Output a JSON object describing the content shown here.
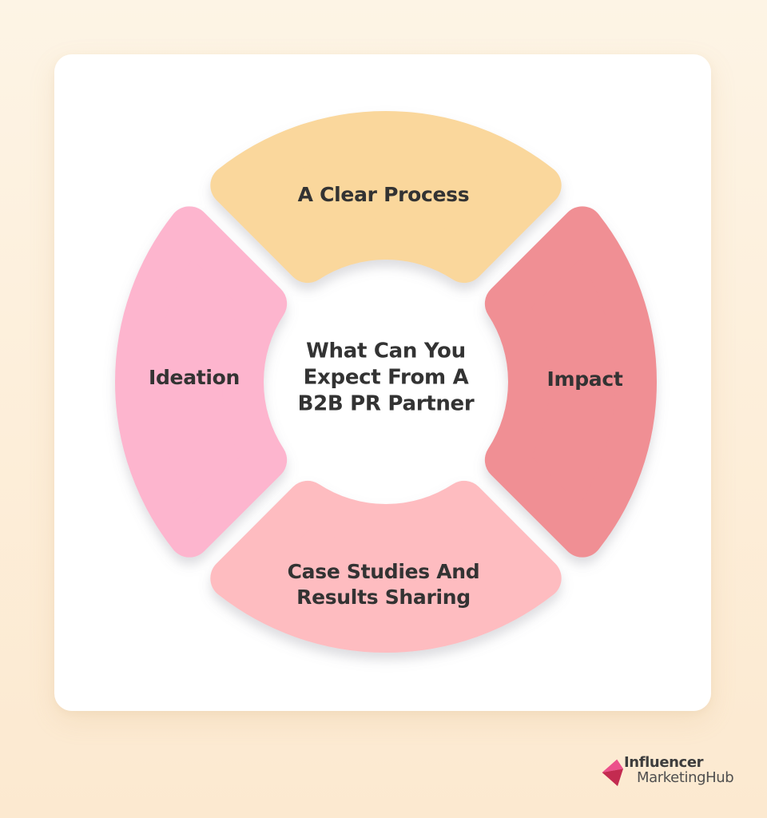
{
  "page": {
    "background_top": "#fdf4e5",
    "background_bottom": "#fce9d0",
    "card_color": "#ffffff"
  },
  "diagram": {
    "center_title": {
      "lines": [
        "What Can You",
        "Expect From A",
        "B2B PR Partner"
      ],
      "full_text": "What Can You Expect From A B2B PR Partner",
      "color": "#333333"
    },
    "label_color": "#333333",
    "segments": [
      {
        "name": "clear-process",
        "label_lines": [
          "A Clear Process"
        ],
        "color": "#FAD79C",
        "position": "top",
        "start_angle": 225,
        "end_angle": 315
      },
      {
        "name": "impact",
        "label_lines": [
          "Impact"
        ],
        "color": "#F08F94",
        "position": "right",
        "start_angle": -45,
        "end_angle": 45
      },
      {
        "name": "case-studies",
        "label_lines": [
          "Case Studies And",
          "Results Sharing"
        ],
        "color": "#FEBCC0",
        "position": "bottom",
        "start_angle": 45,
        "end_angle": 135
      },
      {
        "name": "ideation",
        "label_lines": [
          "Ideation"
        ],
        "color": "#FDB5CE",
        "position": "left",
        "start_angle": 135,
        "end_angle": 225
      }
    ],
    "shadow_color": "#8f8f9a"
  },
  "logo": {
    "line1": "Influencer",
    "line2": "MarketingHub",
    "line1_color": "#3d3d3d",
    "line2_color": "#4f4f4f",
    "arrow_bright_color": "#EC4F8B",
    "arrow_dark_color": "#C32B50"
  }
}
